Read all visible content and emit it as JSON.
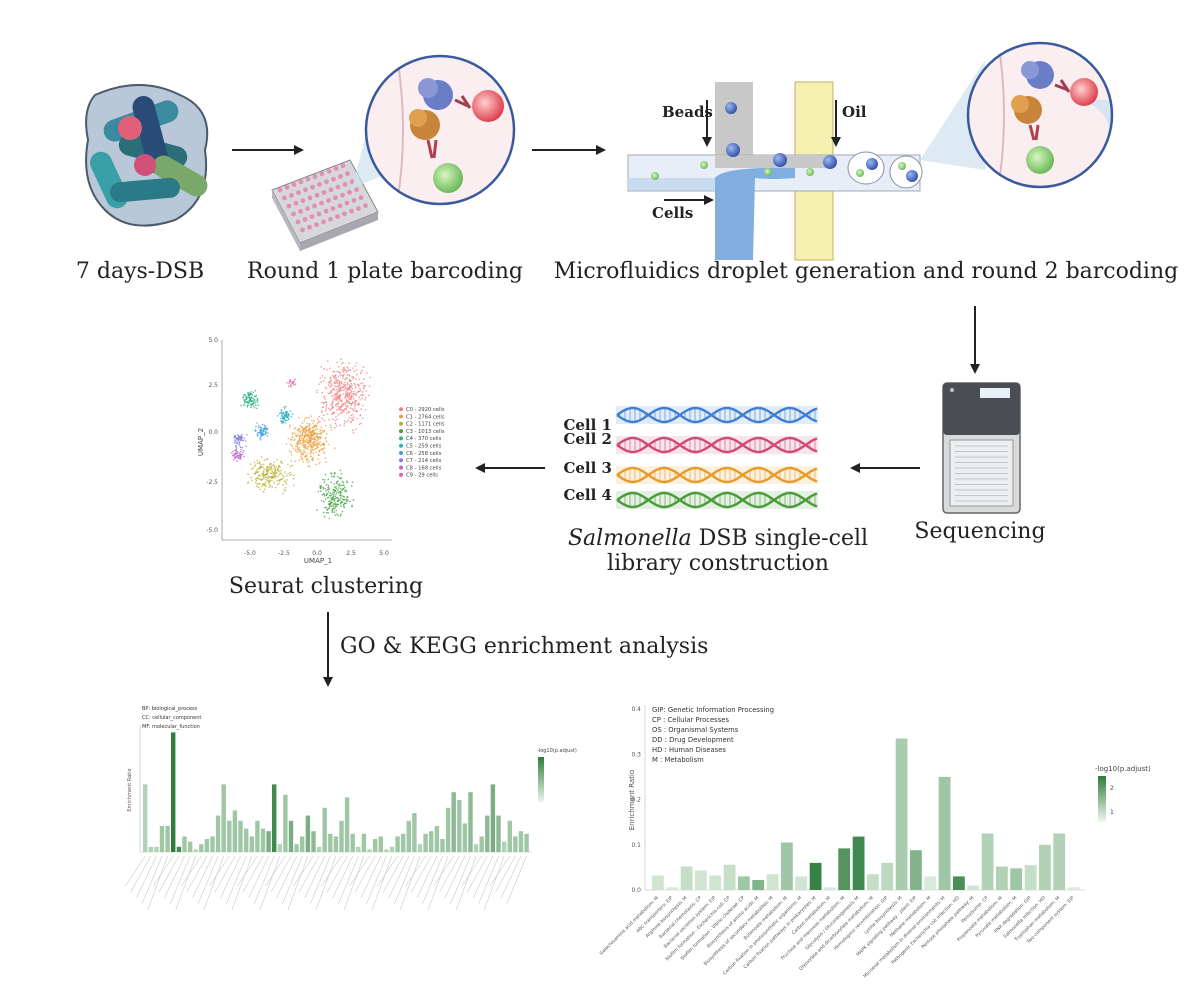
{
  "steps": {
    "step1_caption": "7 days-DSB",
    "step2_caption": "Round 1 plate barcoding",
    "step3_caption": "Microfluidics droplet generation and round 2 barcoding",
    "sequencing_caption": "Sequencing",
    "library_caption_italic": "Salmonella",
    "library_caption_rest": " DSB single-cell",
    "library_caption_line2": "library construction",
    "clustering_caption": "Seurat clustering",
    "enrichment_caption": "GO & KEGG enrichment analysis"
  },
  "microfluidics": {
    "beads_label": "Beads",
    "oil_label": "Oil",
    "cells_label": "Cells"
  },
  "library": {
    "cells": [
      "Cell 1",
      "Cell 2",
      "Cell 3",
      "Cell 4"
    ],
    "colors": [
      "#3f7fd0",
      "#d04a78",
      "#e89a2a",
      "#4a9a3c"
    ]
  },
  "umap": {
    "xlabel": "UMAP_1",
    "ylabel": "UMAP_2",
    "xticks": [
      "-5.0",
      "-2.5",
      "0.0",
      "2.5",
      "5.0"
    ],
    "yticks": [
      "5.0",
      "2.5",
      "0.0",
      "-2.5",
      "-5.0"
    ],
    "legend": [
      {
        "label": "C0 - 2920 cells",
        "color": "#f08080"
      },
      {
        "label": "C1 - 2764 cells",
        "color": "#e8a040"
      },
      {
        "label": "C2 - 1171 cells",
        "color": "#b8b030"
      },
      {
        "label": "C3 - 1013 cells",
        "color": "#40a040"
      },
      {
        "label": "C4 - 370 cells",
        "color": "#30b080"
      },
      {
        "label": "C5 - 259 cells",
        "color": "#30b0c0"
      },
      {
        "label": "C6 - 258 cells",
        "color": "#40a0e0"
      },
      {
        "label": "C7 - 214 cells",
        "color": "#8080e0"
      },
      {
        "label": "C8 - 168 cells",
        "color": "#c060d0"
      },
      {
        "label": "C9 - 29 cells",
        "color": "#e060a0"
      }
    ]
  },
  "go_chart": {
    "legend_lines": [
      "BP: biological_process",
      "CC: cellular_component",
      "MF: molecular_function"
    ],
    "ylabel": "Enrichment Ratio",
    "colorbar_title": "-log10(p.adjust)"
  },
  "kegg_chart": {
    "legend_lines": [
      "GIP: Genetic Information Processing",
      "CP : Cellular Processes",
      "OS : Organismal Systems",
      "DD : Drug Development",
      "HD : Human Diseases",
      "M   : Metabolism"
    ],
    "ylabel": "Enrichment Ratio",
    "yticks": [
      "0.4",
      "0.3",
      "0.2",
      "0.1",
      "0.0"
    ],
    "colorbar_title": "-log10(p.adjust)",
    "colorbar_ticks": [
      "2",
      "1"
    ]
  },
  "chart_data": [
    {
      "type": "bar",
      "ylabel": "Enrichment Ratio",
      "values": [
        0.26,
        0.02,
        0.02,
        0.1,
        0.1,
        0.46,
        0.02,
        0.06,
        0.04,
        0.01,
        0.03,
        0.05,
        0.06,
        0.14,
        0.26,
        0.12,
        0.16,
        0.12,
        0.09,
        0.06,
        0.12,
        0.09,
        0.08,
        0.26,
        0.03,
        0.22,
        0.12,
        0.03,
        0.06,
        0.14,
        0.08,
        0.02,
        0.17,
        0.07,
        0.06,
        0.12,
        0.21,
        0.07,
        0.02,
        0.07,
        0.01,
        0.05,
        0.06,
        0.01,
        0.02,
        0.06,
        0.07,
        0.12,
        0.15,
        0.03,
        0.07,
        0.08,
        0.1,
        0.05,
        0.17,
        0.23,
        0.2,
        0.11,
        0.23,
        0.03,
        0.06,
        0.14,
        0.26,
        0.14,
        0.04,
        0.12,
        0.06,
        0.08,
        0.07
      ],
      "colorscale": [
        0.3,
        0.3,
        0.3,
        0.4,
        0.4,
        1.0,
        0.9,
        0.4,
        0.4,
        0.3,
        0.4,
        0.4,
        0.4,
        0.4,
        0.4,
        0.4,
        0.4,
        0.4,
        0.4,
        0.4,
        0.4,
        0.4,
        0.6,
        0.9,
        0.3,
        0.4,
        0.6,
        0.4,
        0.4,
        0.6,
        0.5,
        0.3,
        0.4,
        0.4,
        0.4,
        0.4,
        0.4,
        0.4,
        0.3,
        0.4,
        0.3,
        0.4,
        0.4,
        0.3,
        0.3,
        0.4,
        0.4,
        0.4,
        0.4,
        0.3,
        0.4,
        0.4,
        0.4,
        0.4,
        0.4,
        0.5,
        0.4,
        0.4,
        0.5,
        0.3,
        0.4,
        0.5,
        0.6,
        0.5,
        0.3,
        0.4,
        0.4,
        0.4,
        0.4
      ]
    },
    {
      "type": "bar",
      "ylabel": "Enrichment Ratio",
      "ylim": [
        0,
        0.42
      ],
      "categories": [
        "Galactosamine acid metabolism: M",
        "ABC transporters: EIP",
        "Arginine biosynthesis: M",
        "Bacterial chemotaxis: CP",
        "Bacterial secretion system: EIP",
        "Biofilm formation - Escherichia coli: CP",
        "Biofilm formation - Vibrio cholerae: CP",
        "Biosynthesis of amino acids: M",
        "Biosynthesis of secondary metabolites: M",
        "Butanoate metabolism: M",
        "Carbon fixation in photosynthetic organisms: M",
        "Carbon fixation pathways in prokaryotes: M",
        "Carbon metabolism: M",
        "Fructose and mannose metabolism: M",
        "Glycolysis / Gluconeogenesis: M",
        "Glyoxylate and dicarboxylate metabolism: M",
        "Homologous recombination: GIP",
        "Lysine biosynthesis: M",
        "MAPK signaling pathway - plant: EIP",
        "Methane metabolism: M",
        "Microbial metabolism in diverse environments: M",
        "Pathogenic Escherichia coli infection: HD",
        "Pentose phosphate pathway: M",
        "Peroxisome: CP",
        "Propanoate metabolism: M",
        "Pyruvate metabolism: M",
        "RNA degradation: GIP",
        "Salmonella infection: HD",
        "Tryptophan metabolism: M",
        "Two-component system: EIP"
      ],
      "values": [
        0.032,
        0.006,
        0.052,
        0.043,
        0.032,
        0.056,
        0.03,
        0.022,
        0.035,
        0.105,
        0.03,
        0.06,
        0.006,
        0.092,
        0.118,
        0.035,
        0.06,
        0.335,
        0.088,
        0.03,
        0.25,
        0.03,
        0.01,
        0.125,
        0.052,
        0.048,
        0.055,
        0.1,
        0.125,
        0.006
      ],
      "colorscale": [
        0.15,
        0.1,
        0.2,
        0.15,
        0.15,
        0.2,
        0.4,
        0.55,
        0.15,
        0.4,
        0.15,
        0.95,
        0.1,
        0.8,
        0.9,
        0.2,
        0.25,
        0.35,
        0.55,
        0.1,
        0.4,
        0.85,
        0.15,
        0.3,
        0.3,
        0.4,
        0.2,
        0.3,
        0.3,
        0.1
      ]
    }
  ]
}
